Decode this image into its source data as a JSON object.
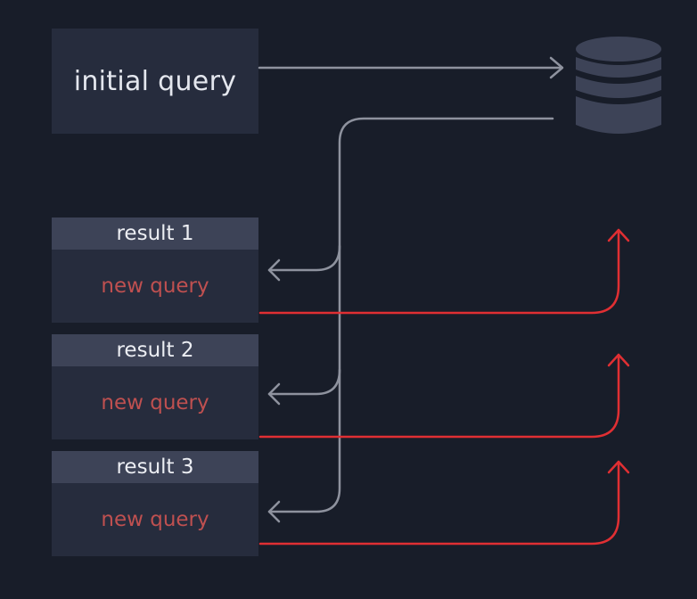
{
  "initial_query": {
    "label": "initial query"
  },
  "results": [
    {
      "title": "result 1",
      "query": "new query"
    },
    {
      "title": "result 2",
      "query": "new query"
    },
    {
      "title": "result 3",
      "query": "new query"
    }
  ],
  "colors": {
    "background": "#181d29",
    "box": "#262c3d",
    "header": "#3d4357",
    "query_text": "#bf5050",
    "gray_arrow": "#8e929e",
    "red_arrow": "#e02f33",
    "database": "#3d4357"
  },
  "icons": {
    "database": "database-icon"
  }
}
